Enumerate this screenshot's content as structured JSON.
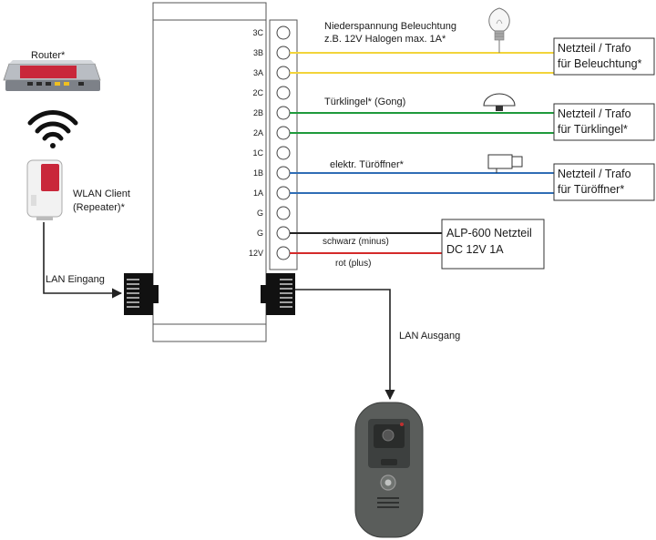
{
  "router": {
    "label": "Router*"
  },
  "repeater": {
    "label_line1": "WLAN Client",
    "label_line2": "(Repeater)*"
  },
  "lan_in": {
    "label": "LAN Eingang"
  },
  "lan_out": {
    "label": "LAN Ausgang"
  },
  "terminals": [
    "3C",
    "3B",
    "3A",
    "2C",
    "2B",
    "2A",
    "1C",
    "1B",
    "1A",
    "G",
    "G",
    "12V"
  ],
  "lighting": {
    "label_line1": "Niederspannung Beleuchtung",
    "label_line2": "z.B. 12V Halogen max. 1A*",
    "psu_line1": "Netzteil / Trafo",
    "psu_line2": "für Beleuchtung*",
    "wire_color": "#f2d43a"
  },
  "doorbell": {
    "label": "Türklingel* (Gong)",
    "psu_line1": "Netzteil / Trafo",
    "psu_line2": "für Türklingel*",
    "wire_color": "#1f9a3c"
  },
  "opener": {
    "label": "elektr. Türöffner*",
    "psu_line1": "Netzteil / Trafo",
    "psu_line2": "für Türöffner*",
    "wire_color": "#2f6db5"
  },
  "power": {
    "psu_line1": "ALP-600 Netzteil",
    "psu_line2": "DC 12V 1A",
    "minus_label": "schwarz (minus)",
    "plus_label": "rot (plus)",
    "minus_color": "#222222",
    "plus_color": "#d42a2a"
  }
}
